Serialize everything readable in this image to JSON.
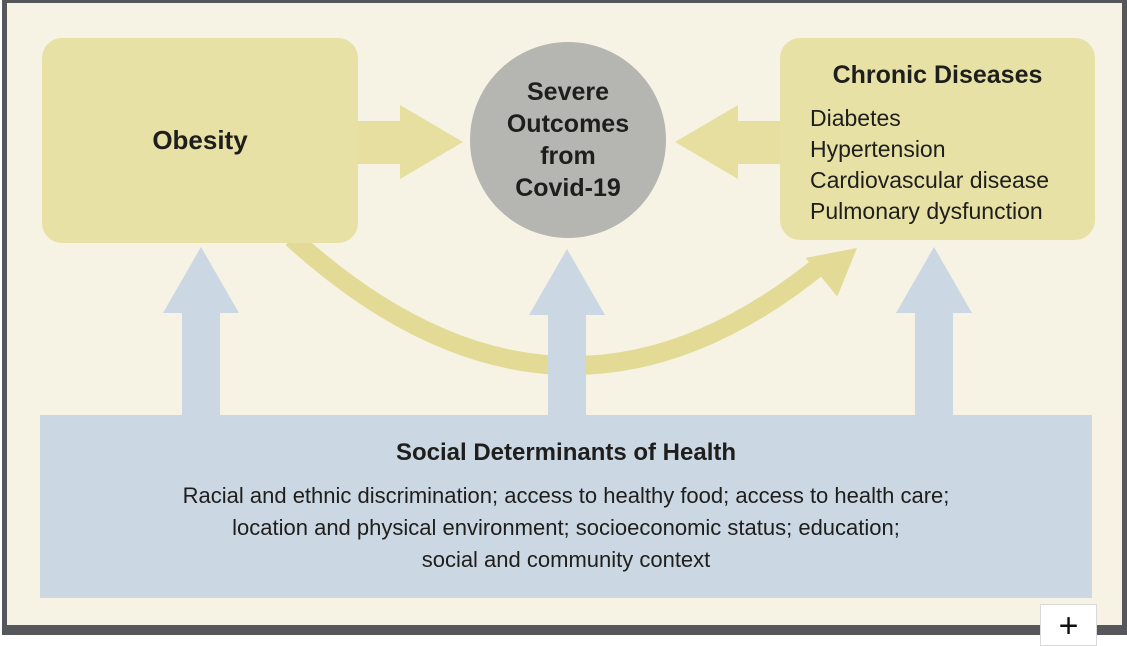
{
  "figure": {
    "obesity": {
      "label": "Obesity"
    },
    "outcome_circle": {
      "lines": [
        "Severe",
        "Outcomes",
        "from",
        "Covid-19"
      ]
    },
    "chronic": {
      "title": "Chronic Diseases",
      "items": [
        "Diabetes",
        "Hypertension",
        "Cardiovascular disease",
        "Pulmonary dysfunction"
      ]
    },
    "sdoh": {
      "title": "Social Determinants of Health",
      "lines": [
        "Racial and ethnic discrimination; access to healthy food; access to health care;",
        "location and physical environment; socioeconomic status; education;",
        "social and community context"
      ]
    },
    "zoom_button": {
      "label": "+"
    },
    "colors": {
      "background": "#F6F3E4",
      "frame": "#56575A",
      "yellow_box": "#E8E1A6",
      "yellow_arrow": "#E6DFA0",
      "curve_arrow": "#E3DB95",
      "gray_circle": "#B5B5B2",
      "blue": "#CBD7E3",
      "text": "#1E1E1C"
    }
  }
}
